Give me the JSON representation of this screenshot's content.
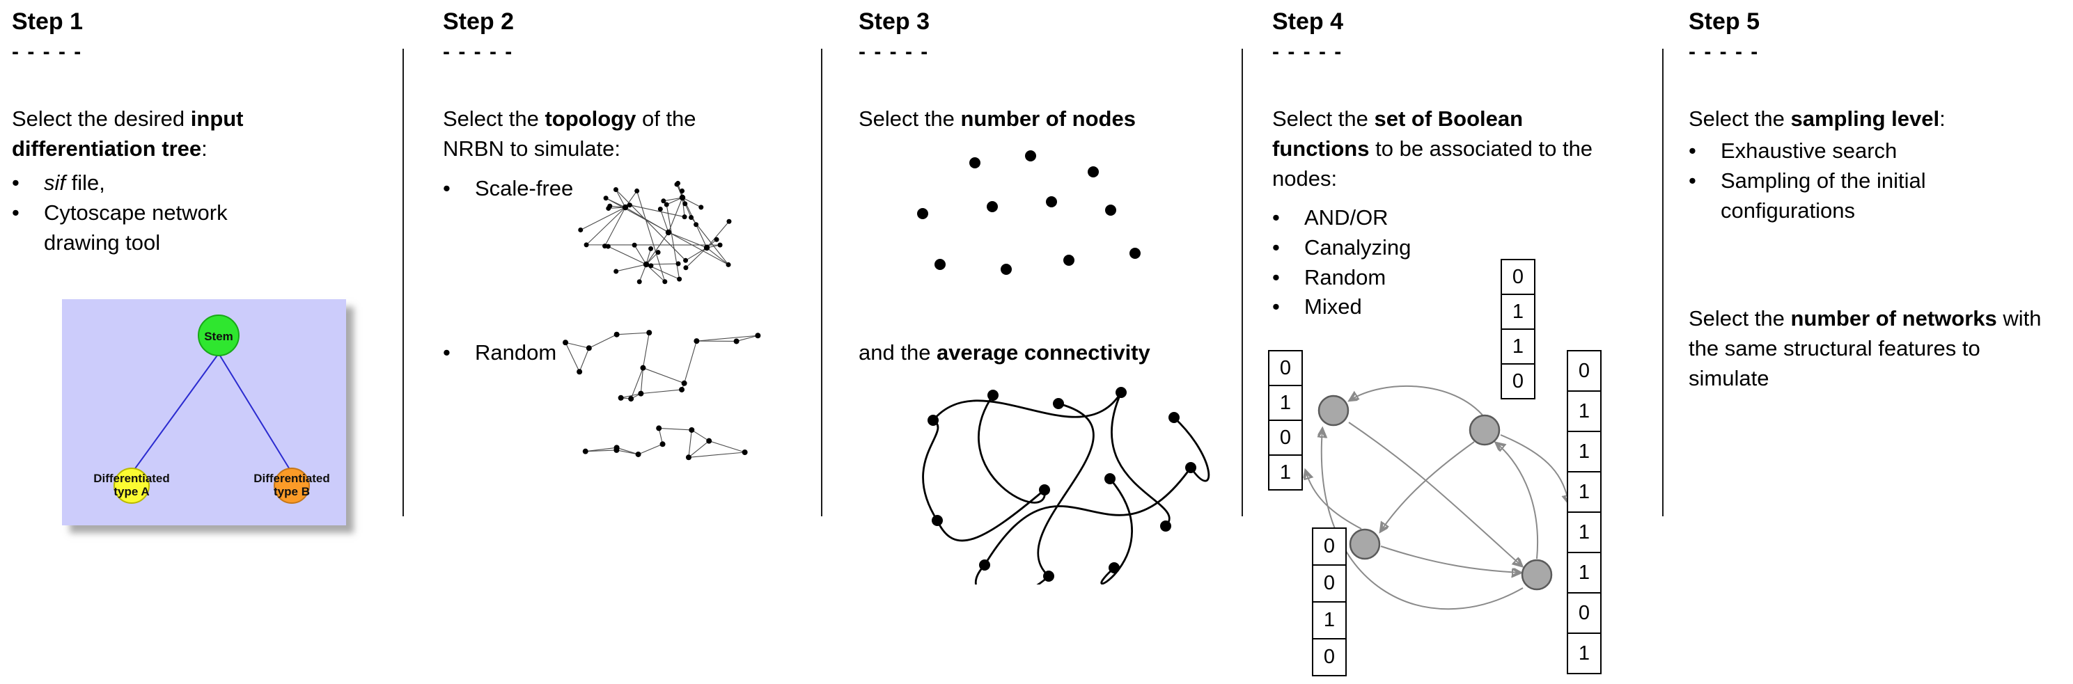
{
  "shared": {
    "bullet": "•"
  },
  "step1": {
    "header": "Step 1",
    "dashes": "- - - - -",
    "intro": {
      "prefix": "Select the desired ",
      "bold": "input differentiation tree",
      "suffix": ":"
    },
    "bullets": [
      {
        "italic": "sif",
        "rest": " file,"
      },
      {
        "rest": "Cytoscape network drawing tool"
      }
    ],
    "tree": {
      "background": "#ccccfb",
      "edge_color": "#2b2bd0",
      "stem": {
        "label": "Stem",
        "color": "#2fe62f"
      },
      "type_a": {
        "label": "Differentiated\ntype A",
        "color": "#fbfb32"
      },
      "type_b": {
        "label": "Differentiated\ntype B",
        "color": "#fb9b28"
      }
    }
  },
  "step2": {
    "header": "Step 2",
    "dashes": "- - - - -",
    "intro": {
      "prefix": "Select the ",
      "bold": "topology",
      "suffix": " of the NRBN to simulate:"
    },
    "bullets": [
      {
        "label": "Scale-free"
      },
      {
        "label": "Random"
      }
    ]
  },
  "step3": {
    "header": "Step 3",
    "dashes": "- - - - -",
    "intro": {
      "prefix": "Select the ",
      "bold": "number of nodes",
      "suffix": ""
    },
    "connectivity": {
      "prefix": "and the ",
      "bold": "average connectivity",
      "suffix": ""
    }
  },
  "step4": {
    "header": "Step 4",
    "dashes": "- - - - -",
    "intro": {
      "prefix": "Select the ",
      "bold": "set of Boolean functions",
      "suffix": " to be associated to the nodes:"
    },
    "bullets": [
      {
        "label": "AND/OR"
      },
      {
        "label": "Canalyzing"
      },
      {
        "label": "Random"
      },
      {
        "label": "Mixed"
      }
    ],
    "node_color": "#a8a8a8",
    "arrow_color": "#8a8a8a",
    "truth_tables": {
      "left": [
        "0",
        "1",
        "0",
        "1"
      ],
      "top": [
        "0",
        "1",
        "1",
        "0"
      ],
      "right": [
        "0",
        "1",
        "1",
        "1",
        "1",
        "1",
        "0",
        "1"
      ],
      "bottom": [
        "0",
        "0",
        "1",
        "0"
      ]
    }
  },
  "step5": {
    "header": "Step 5",
    "dashes": "- - - - -",
    "intro": {
      "prefix": "Select the ",
      "bold": "sampling level",
      "suffix": ":"
    },
    "bullets": [
      {
        "label": "Exhaustive search"
      },
      {
        "label": "Sampling of the initial configurations"
      }
    ],
    "networks": {
      "prefix": "Select the ",
      "bold": "number of networks",
      "suffix": " with the same structural features to simulate"
    }
  }
}
